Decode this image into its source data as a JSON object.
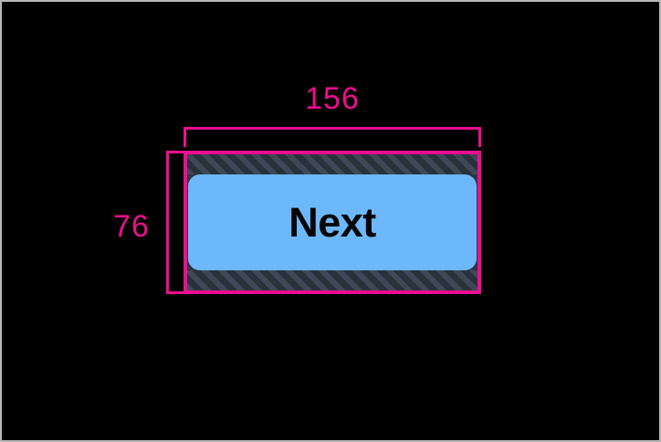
{
  "overlay": {
    "background_color": "#000000",
    "frame_border_color": "#b8b8b8",
    "annotation_color": "#ef0d90"
  },
  "measurements": {
    "width": {
      "label": "156",
      "axis": "horizontal",
      "unit": "px"
    },
    "height": {
      "label": "76",
      "axis": "vertical",
      "unit": "px"
    }
  },
  "element": {
    "type": "button",
    "label": "Next",
    "surface_color": "#6cb8fa",
    "text_color": "#050505",
    "padding_band_color": "#2e3742",
    "bounds_stroke_color": "#ef0d90"
  }
}
